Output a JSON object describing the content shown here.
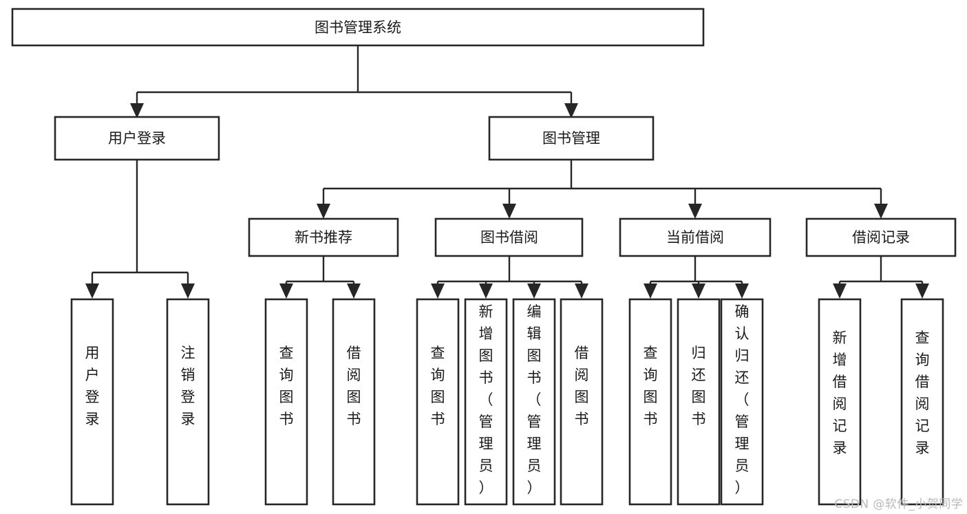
{
  "diagram": {
    "type": "tree-flowchart",
    "title": "图书管理系统",
    "watermark": "CSDN @软件_小贺同学",
    "colors": {
      "stroke": "#262626",
      "fill": "#ffffff",
      "text": "#1a1a1a",
      "watermark": "#b9b9b9",
      "background": "#ffffff"
    },
    "levels": {
      "level1": [
        "图书管理系统"
      ],
      "level2": [
        "用户登录",
        "图书管理"
      ],
      "level3": [
        "新书推荐",
        "图书借阅",
        "当前借阅",
        "借阅记录"
      ],
      "level4": [
        "用户登录",
        "注销登录",
        "查询图书",
        "借阅图书",
        "查询图书",
        "新增图书（管理员）",
        "编辑图书（管理员）",
        "借阅图书",
        "查询图书",
        "归还图书",
        "确认归还（管理员）",
        "新增借阅记录",
        "查询借阅记录"
      ]
    },
    "nodes": {
      "root": {
        "label": "图书管理系统",
        "orientation": "horizontal"
      },
      "user_login": {
        "label": "用户登录",
        "orientation": "horizontal"
      },
      "book_manage": {
        "label": "图书管理",
        "orientation": "horizontal"
      },
      "new_book_rec": {
        "label": "新书推荐",
        "orientation": "horizontal"
      },
      "book_borrow": {
        "label": "图书借阅",
        "orientation": "horizontal"
      },
      "current_borrow": {
        "label": "当前借阅",
        "orientation": "horizontal"
      },
      "borrow_record": {
        "label": "借阅记录",
        "orientation": "horizontal"
      },
      "leaf_user_login": {
        "label": "用户登录",
        "orientation": "vertical"
      },
      "leaf_logout": {
        "label": "注销登录",
        "orientation": "vertical"
      },
      "leaf_query_book_1": {
        "label": "查询图书",
        "orientation": "vertical"
      },
      "leaf_borrow_book_1": {
        "label": "借阅图书",
        "orientation": "vertical"
      },
      "leaf_query_book_2": {
        "label": "查询图书",
        "orientation": "vertical"
      },
      "leaf_add_book": {
        "label": "新增图书（管理员）",
        "orientation": "vertical"
      },
      "leaf_edit_book": {
        "label": "编辑图书（管理员）",
        "orientation": "vertical"
      },
      "leaf_borrow_book_2": {
        "label": "借阅图书",
        "orientation": "vertical"
      },
      "leaf_query_book_3": {
        "label": "查询图书",
        "orientation": "vertical"
      },
      "leaf_return_book": {
        "label": "归还图书",
        "orientation": "vertical"
      },
      "leaf_confirm_return": {
        "label": "确认归还（管理员）",
        "orientation": "vertical"
      },
      "leaf_add_record": {
        "label": "新增借阅记录",
        "orientation": "vertical"
      },
      "leaf_query_record": {
        "label": "查询借阅记录",
        "orientation": "vertical"
      }
    },
    "edges": [
      {
        "from": "root",
        "to": "user_login"
      },
      {
        "from": "root",
        "to": "book_manage"
      },
      {
        "from": "user_login",
        "to": "leaf_user_login"
      },
      {
        "from": "user_login",
        "to": "leaf_logout"
      },
      {
        "from": "book_manage",
        "to": "new_book_rec"
      },
      {
        "from": "book_manage",
        "to": "book_borrow"
      },
      {
        "from": "book_manage",
        "to": "current_borrow"
      },
      {
        "from": "book_manage",
        "to": "borrow_record"
      },
      {
        "from": "new_book_rec",
        "to": "leaf_query_book_1"
      },
      {
        "from": "new_book_rec",
        "to": "leaf_borrow_book_1"
      },
      {
        "from": "book_borrow",
        "to": "leaf_query_book_2"
      },
      {
        "from": "book_borrow",
        "to": "leaf_add_book"
      },
      {
        "from": "book_borrow",
        "to": "leaf_edit_book"
      },
      {
        "from": "book_borrow",
        "to": "leaf_borrow_book_2"
      },
      {
        "from": "current_borrow",
        "to": "leaf_query_book_3"
      },
      {
        "from": "current_borrow",
        "to": "leaf_return_book"
      },
      {
        "from": "current_borrow",
        "to": "leaf_confirm_return"
      },
      {
        "from": "borrow_record",
        "to": "leaf_add_record"
      },
      {
        "from": "borrow_record",
        "to": "leaf_query_record"
      }
    ]
  }
}
